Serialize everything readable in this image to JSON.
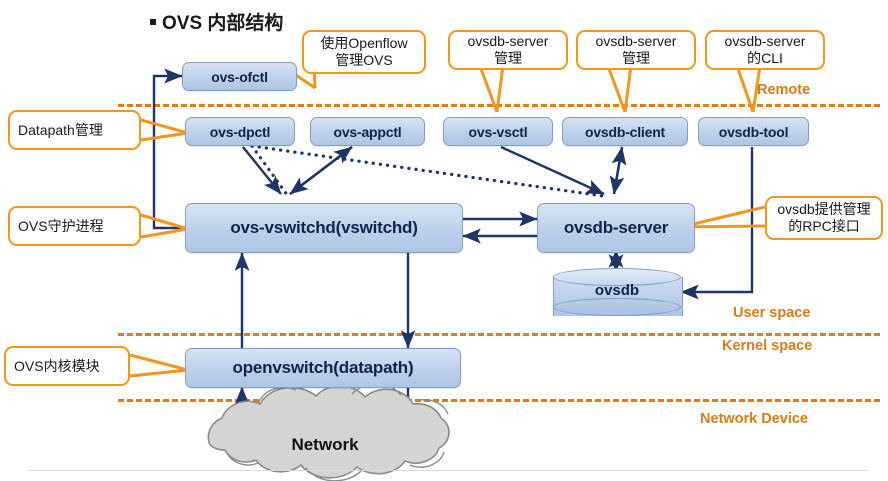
{
  "title": "OVS 内部结构",
  "nodes": {
    "ovs_ofctl": "ovs-ofctl",
    "ovs_dpctl": "ovs-dpctl",
    "ovs_appctl": "ovs-appctl",
    "ovs_vsctl": "ovs-vsctl",
    "ovsdb_client": "ovsdb-client",
    "ovsdb_tool": "ovsdb-tool",
    "ovs_vswitchd": "ovs-vswitchd(vswitchd)",
    "ovsdb_server": "ovsdb-server",
    "ovsdb": "ovsdb",
    "openvswitch": "openvswitch(datapath)",
    "network": "Network"
  },
  "callouts": {
    "openflow": {
      "line1": "使用Openflow",
      "line2": "管理OVS"
    },
    "vsctl": {
      "line1": "ovsdb-server",
      "line2": "管理"
    },
    "client": {
      "line1": "ovsdb-server",
      "line2": "管理"
    },
    "tool": {
      "line1": "ovsdb-server",
      "line2": "的CLI"
    },
    "datapath": {
      "line1": "Datapath管理"
    },
    "daemon": {
      "line1": "OVS守护进程"
    },
    "rpc": {
      "line1": "ovsdb提供管理",
      "line2": "的RPC接口"
    },
    "kernel_module": {
      "line1": "OVS内核模块"
    }
  },
  "zones": {
    "remote": "Remote",
    "user_space": "User space",
    "kernel_space": "Kernel space",
    "network_device": "Network Device"
  },
  "colors": {
    "accent_orange": "#e07b18",
    "node_border": "#7f9fc4",
    "node_fill": "#bdd0ea",
    "arrow_navy": "#1f3566",
    "text_navy": "#12224d",
    "cloud_gray": "#d4d4d4"
  }
}
